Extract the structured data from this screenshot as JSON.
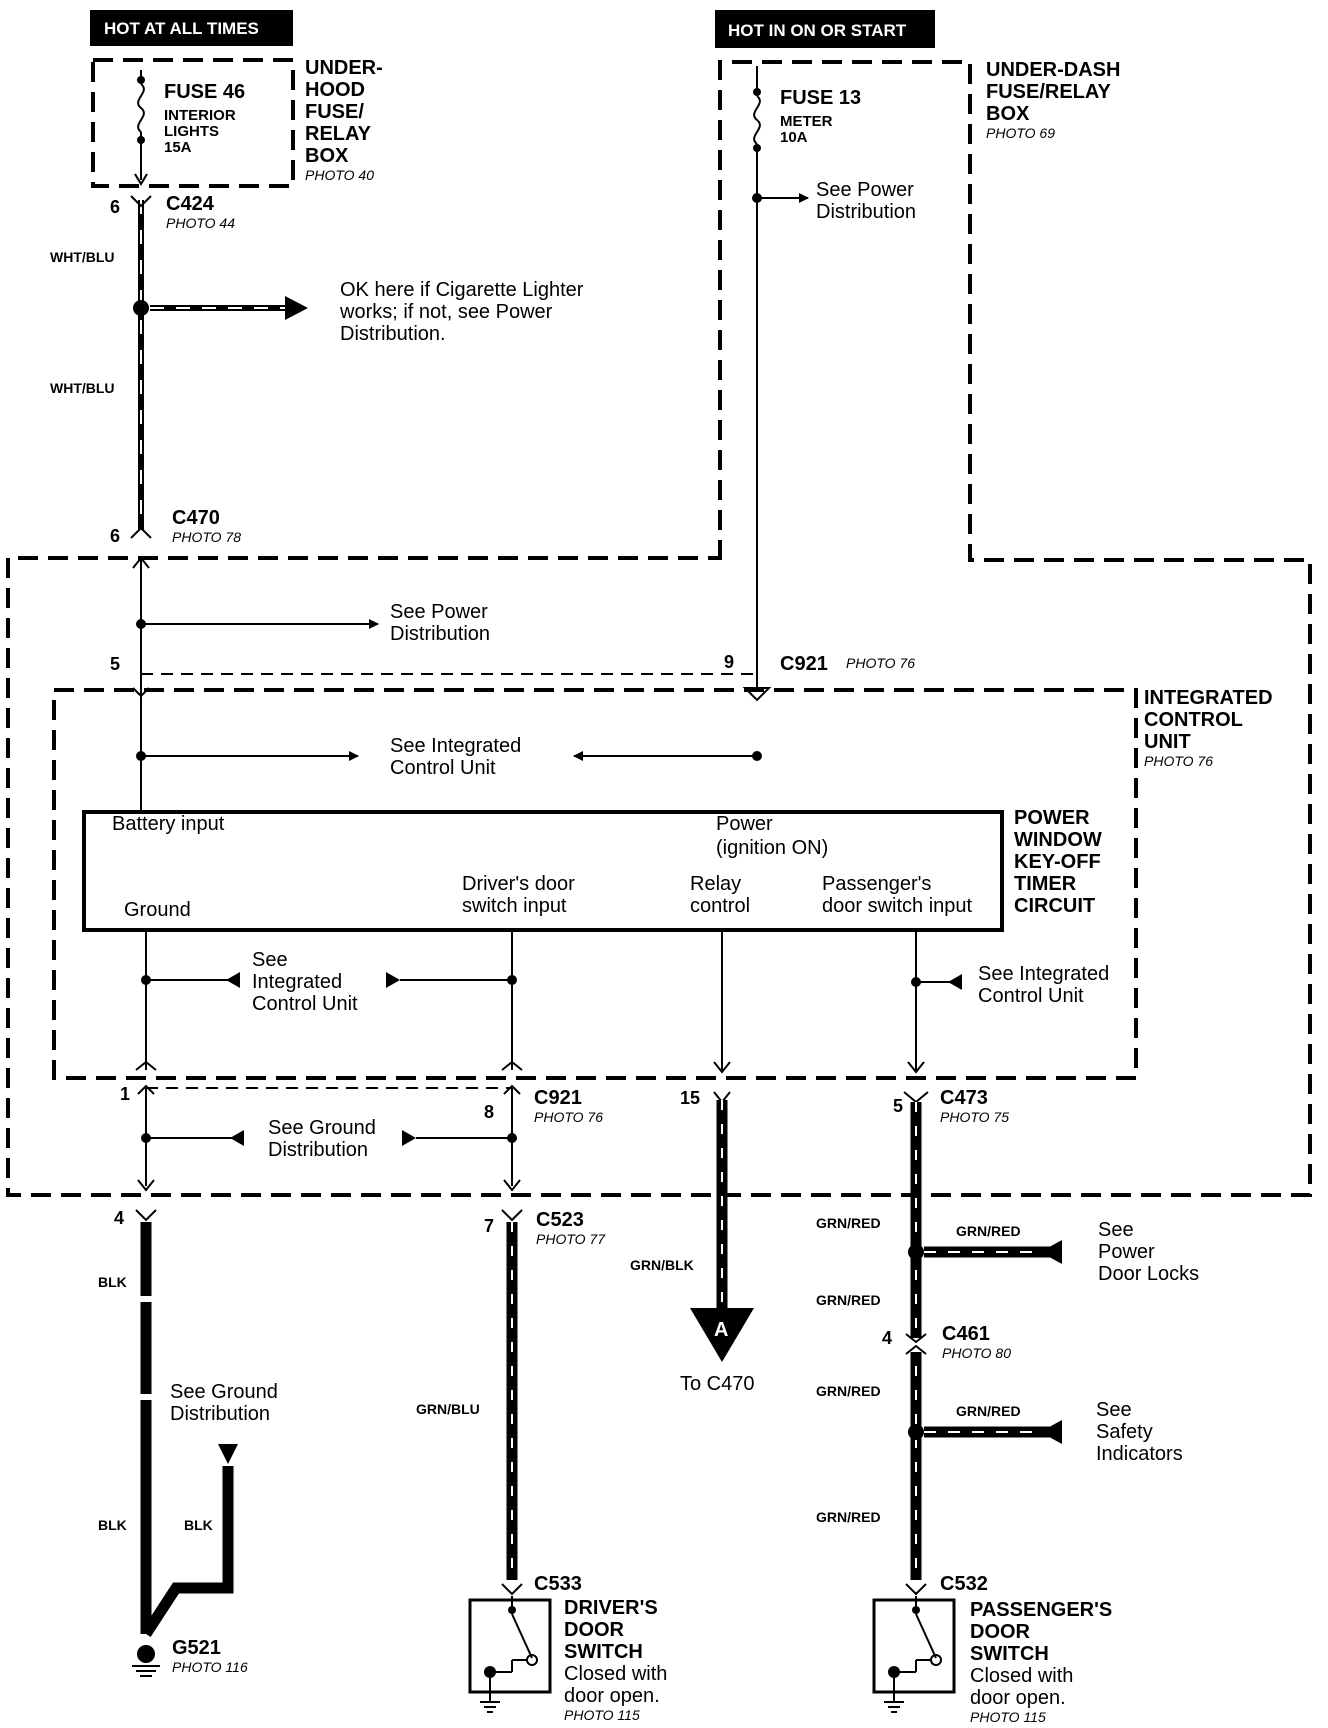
{
  "headers": {
    "hot_all_times": "HOT AT ALL TIMES",
    "hot_on_start": "HOT IN ON OR START"
  },
  "boxes": {
    "underhood": [
      "UNDER-",
      "HOOD",
      "FUSE/",
      "RELAY",
      "BOX"
    ],
    "underhood_photo": "PHOTO 40",
    "underdash": [
      "UNDER-DASH",
      "FUSE/RELAY",
      "BOX"
    ],
    "underdash_photo": "PHOTO 69",
    "icu": [
      "INTEGRATED",
      "CONTROL",
      "UNIT"
    ],
    "icu_photo": "PHOTO 76",
    "timer": [
      "POWER",
      "WINDOW",
      "KEY-OFF",
      "TIMER",
      "CIRCUIT"
    ]
  },
  "fuses": {
    "f46": {
      "name": "FUSE 46",
      "desc": [
        "INTERIOR",
        "LIGHTS",
        "15A"
      ]
    },
    "f13": {
      "name": "FUSE 13",
      "desc": [
        "METER",
        "10A"
      ]
    }
  },
  "connectors": {
    "c424": {
      "name": "C424",
      "photo": "PHOTO 44",
      "pin": "6"
    },
    "c470": {
      "name": "C470",
      "photo": "PHOTO 78",
      "pin": "6"
    },
    "c921_top": {
      "name": "C921",
      "photo": "PHOTO 76",
      "pin_left": "5",
      "pin_right": "9"
    },
    "c921_bot": {
      "name": "C921",
      "photo": "PHOTO 76",
      "pin_1": "1",
      "pin_8": "8",
      "pin_15": "15"
    },
    "c473": {
      "name": "C473",
      "photo": "PHOTO 75",
      "pin": "5"
    },
    "c523": {
      "name": "C523",
      "photo": "PHOTO 77",
      "pin_4": "4",
      "pin_7": "7"
    },
    "c461": {
      "name": "C461",
      "photo": "PHOTO 80",
      "pin": "4"
    },
    "c533": {
      "name": "C533"
    },
    "c532": {
      "name": "C532"
    },
    "g521": {
      "name": "G521",
      "photo": "PHOTO 116"
    }
  },
  "wires": {
    "wht_blu": "WHT/BLU",
    "blk": "BLK",
    "grn_blu": "GRN/BLU",
    "grn_blk": "GRN/BLK",
    "grn_red": "GRN/RED"
  },
  "notes": {
    "cig_lighter": [
      "OK here if Cigarette Lighter",
      "works; if not, see Power",
      "Distribution."
    ],
    "see_power_dist": [
      "See Power",
      "Distribution"
    ],
    "see_icu": [
      "See Integrated",
      "Control Unit"
    ],
    "see_icu_3": [
      "See",
      "Integrated",
      "Control Unit"
    ],
    "see_ground": [
      "See Ground",
      "Distribution"
    ],
    "see_door_locks": [
      "See",
      "Power",
      "Door Locks"
    ],
    "see_safety": [
      "See",
      "Safety",
      "Indicators"
    ],
    "to_c470": "To C470",
    "conn_a": "A"
  },
  "timer_pins": {
    "battery": "Battery input",
    "power": [
      "Power",
      "(ignition ON)"
    ],
    "ground": "Ground",
    "driver": [
      "Driver's door",
      "switch input"
    ],
    "relay": [
      "Relay",
      "control"
    ],
    "passenger": [
      "Passenger's",
      "door switch input"
    ]
  },
  "switches": {
    "driver": {
      "title": [
        "DRIVER'S",
        "DOOR",
        "SWITCH"
      ],
      "note": [
        "Closed with",
        "door open."
      ],
      "photo": "PHOTO 115"
    },
    "passenger": {
      "title": [
        "PASSENGER'S",
        "DOOR",
        "SWITCH"
      ],
      "note": [
        "Closed with",
        "door open."
      ],
      "photo": "PHOTO 115"
    }
  }
}
